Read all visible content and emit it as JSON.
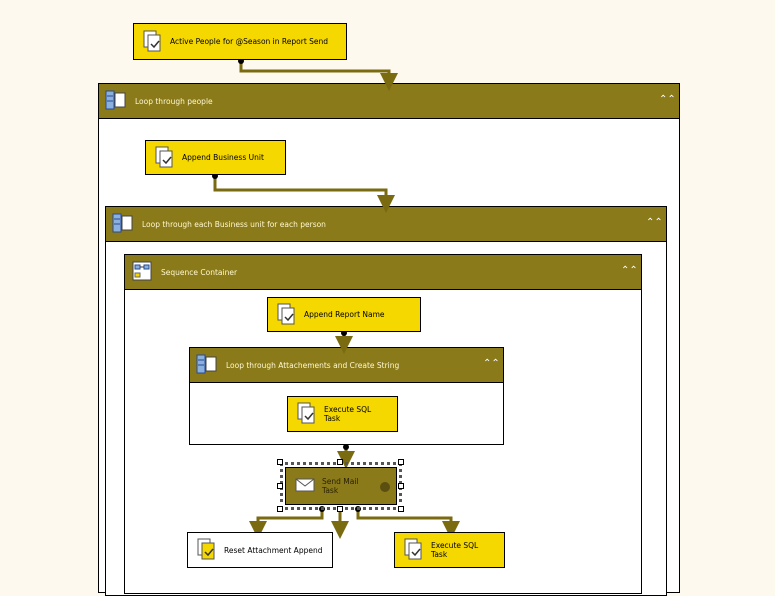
{
  "tasks": {
    "active_people": "Active People for @Season in Report Send",
    "append_business_unit": "Append Business Unit",
    "append_report_name": "Append Report Name",
    "execute_sql_inner": "Execute SQL\nTask",
    "send_mail": "Send Mail\nTask",
    "reset_attachment": "Reset Attachment Append",
    "execute_sql_bottom": "Execute SQL\nTask"
  },
  "containers": {
    "loop_people": "Loop through people",
    "loop_business_unit": "Loop through each Business unit for each person",
    "sequence": "Sequence Container",
    "loop_attachments": "Loop through Attachements and Create String"
  },
  "icons": {
    "task": "execute-sql-task-icon",
    "container": "foreach-loop-icon",
    "sequence": "sequence-container-icon",
    "mail": "envelope-icon",
    "collapse": "double-chevron-up-icon"
  },
  "colors": {
    "task_fill": "#f5d800",
    "container_header": "#8a7a1a",
    "connector": "#7a6a10",
    "canvas": "#fdf9ef"
  }
}
